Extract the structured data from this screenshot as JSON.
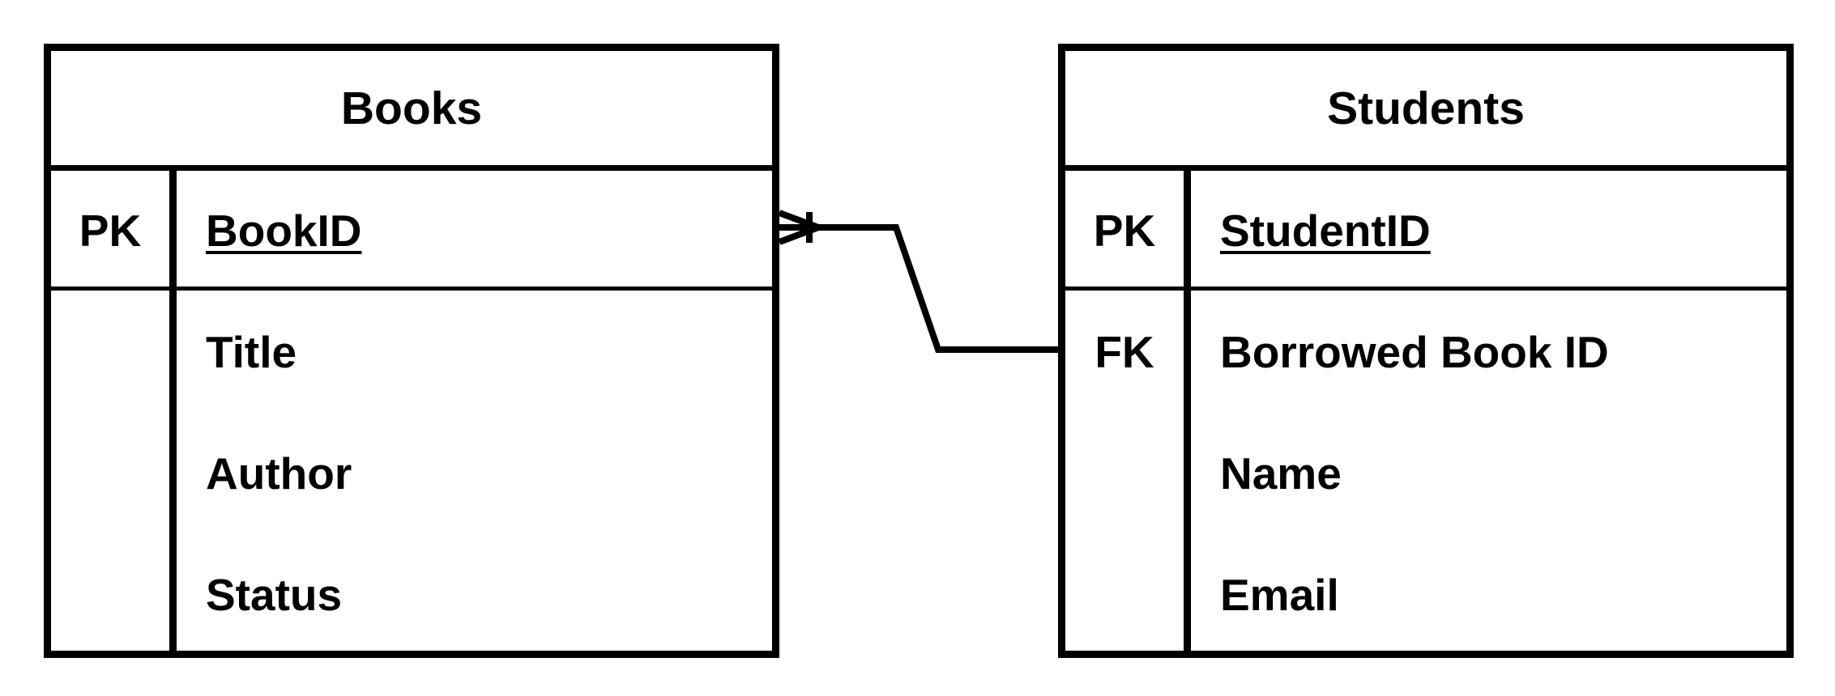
{
  "entities": {
    "books": {
      "title": "Books",
      "pk_key": "PK",
      "pk_attr": "BookID",
      "attrs": [
        "Title",
        "Author",
        "Status"
      ]
    },
    "students": {
      "title": "Students",
      "pk_key": "PK",
      "pk_attr": "StudentID",
      "fk_key": "FK",
      "fk_attr": "Borrowed Book ID",
      "attrs": [
        "Name",
        "Email"
      ]
    }
  },
  "relationship": {
    "from": "Students.Borrowed Book ID",
    "to": "Books.BookID",
    "books_end": "one-or-many",
    "students_end": "plain"
  },
  "colors": {
    "stroke": "#000000",
    "background": "#ffffff"
  }
}
